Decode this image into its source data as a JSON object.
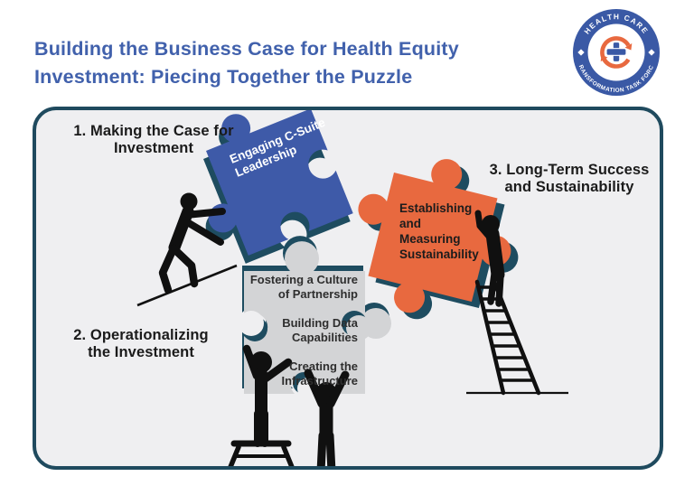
{
  "header": {
    "title_lines": [
      "Building the Business Case for Health Equity",
      "Investment: Piecing Together the Puzzle"
    ],
    "title_color": "#4161AC",
    "logo": {
      "arc_top": "HEALTH CARE",
      "arc_bottom": "TRANSFORMATION TASK FORCE",
      "ring_color": "#3A59A5",
      "arrow_color": "#E8693F",
      "cross_color": "#3A59A5"
    }
  },
  "diagram": {
    "panel": {
      "bg": "#EFEFF1",
      "border_color": "#1F4A5E"
    },
    "steps": [
      {
        "lines": [
          "1. Making the Case for",
          "Investment"
        ]
      },
      {
        "lines": [
          "2. Operationalizing",
          "the Investment"
        ]
      },
      {
        "lines": [
          "3. Long-Term Success",
          "and Sustainability"
        ]
      }
    ],
    "pieces": {
      "engaging": {
        "lines": [
          "Engaging C-Suite",
          "Leadership"
        ],
        "color": "#3E5AA8"
      },
      "establishing": {
        "lines": [
          "Establishing",
          "and",
          "Measuring",
          "Sustainability"
        ],
        "color": "#E8693F"
      },
      "middle": {
        "color": "#D3D4D6",
        "items": [
          {
            "lines": [
              "Fostering a Culture",
              "of Partnership"
            ]
          },
          {
            "lines": [
              "Building Data",
              "Capabilities"
            ]
          },
          {
            "lines": [
              "Creating the",
              "Infrastructure"
            ]
          }
        ]
      }
    },
    "colors": {
      "shadow_teal": "#1E4C60",
      "silhouette_black": "#101010",
      "title_blue": "#4161AC"
    }
  }
}
